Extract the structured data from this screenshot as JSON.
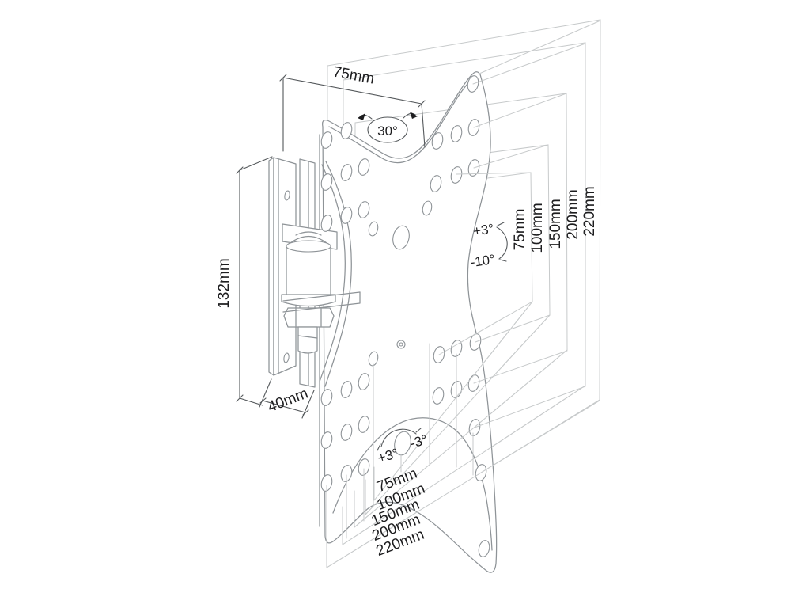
{
  "diagram": {
    "subject": "TV wall-mount bracket dimensional line drawing with tilt/swivel hinge and nested VESA hole patterns",
    "labels": {
      "width_top": "75mm",
      "swivel": "30°",
      "height_left": "132mm",
      "depth_bottom": "40mm",
      "tilt_up": "+3°",
      "tilt_down": "-10°",
      "rotate_plus": "+3°",
      "rotate_minus": "-3°"
    },
    "vesa_right": [
      "75mm",
      "100mm",
      "150mm",
      "200mm",
      "220mm"
    ],
    "vesa_bottom": [
      "75mm",
      "100mm",
      "150mm",
      "200mm",
      "220mm"
    ],
    "colors": {
      "background": "#ffffff",
      "outline": "#8e9397",
      "construction": "#c7cacb",
      "dimension": "#54585b",
      "text": "#1d1d1f"
    }
  }
}
